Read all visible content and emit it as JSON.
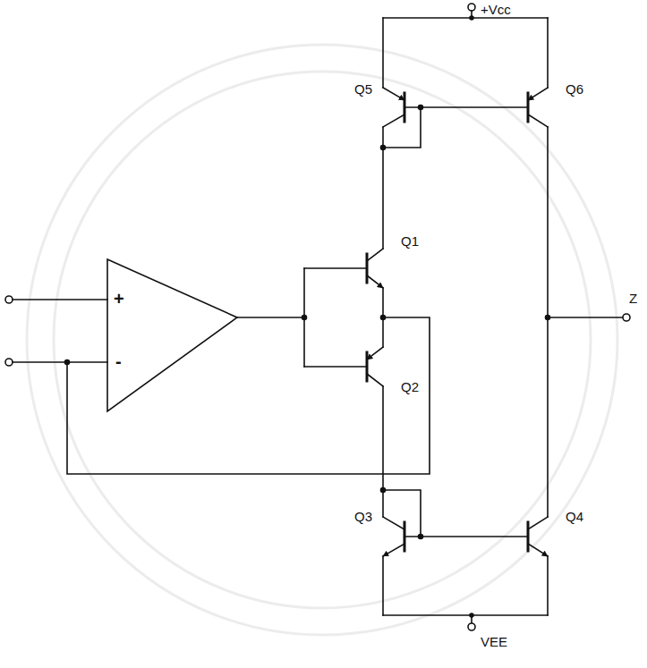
{
  "diagram": {
    "labels": [
      "+Vcc",
      "Q5",
      "Q6",
      "Q1",
      "Z",
      "+",
      "-",
      "Q2",
      "Q3",
      "Q4",
      "VEE"
    ]
  }
}
